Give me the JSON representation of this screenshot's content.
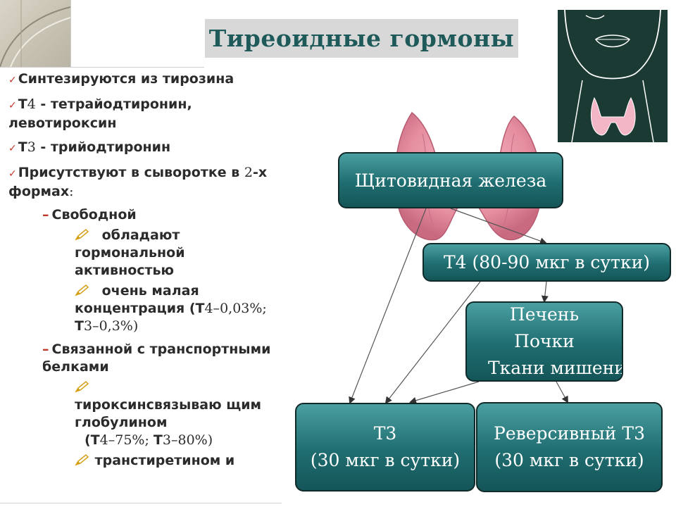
{
  "title": "Тиреоидные гормоны",
  "bullets": [
    {
      "text": "Синтезируются из тирозина"
    },
    {
      "prefix": "Т",
      "num": "4",
      "rest": " - тетрайодтиронин, левотироксин"
    },
    {
      "prefix": "Т",
      "num": "3",
      "rest": " - трийодтиронин"
    },
    {
      "text": "Присутствуют в сыворотке в ",
      "num": "2",
      "rest": "-х формах",
      "tail": ":"
    }
  ],
  "free_form": {
    "label": "Свободной",
    "items": [
      {
        "text": "обладают гормональной активностью"
      },
      {
        "text": "очень малая концентрация (Т",
        "n1": "4–",
        "v1": "0,03%; ",
        "t2": "Т",
        "n2": "3–",
        "v2": "0,3%)"
      }
    ]
  },
  "bound_form": {
    "label": "Связанной с транспортными белками",
    "items": [
      {
        "text": "тироксинсвязываю щим глобулином",
        "sub_open": "(Т",
        "n1": "4–",
        "v1": "75%; ",
        "t2": "Т",
        "n2": "3–",
        "v2": "80%)"
      },
      {
        "text": "транстиретином и"
      }
    ]
  },
  "diagram": {
    "thyroid_label": "Щитовидная железа",
    "t4_label": "Т4 (80-90 мкг в сутки)",
    "liver_lines": [
      "Печень",
      "Почки",
      "Ткани мишени"
    ],
    "t3_lines": [
      "Т3",
      "(30 мкг в сутки)"
    ],
    "rt3_lines": [
      "Реверсивный Т3",
      "(30 мкг в сутки)"
    ]
  },
  "colors": {
    "title": "#1f5a5a",
    "box": "#1f6d70",
    "check": "#c0392b"
  },
  "icons": {
    "bullet": "check-icon",
    "sub_bullet": "pencil-icon",
    "thyroid": "thyroid-gland-icon",
    "face": "face-neck-icon"
  }
}
